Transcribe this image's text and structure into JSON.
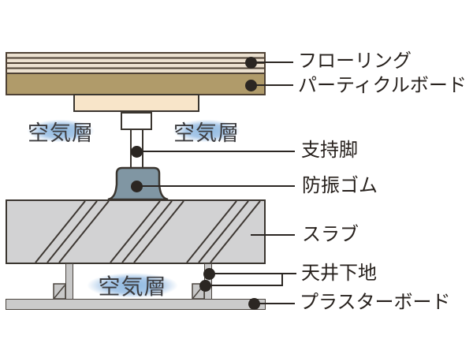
{
  "diagram": {
    "callouts": [
      {
        "id": "flooring",
        "label": "フローリング"
      },
      {
        "id": "particle-board",
        "label": "パーティクルボード"
      },
      {
        "id": "support-leg",
        "label": "支持脚"
      },
      {
        "id": "vibration-rubber",
        "label": "防振ゴム"
      },
      {
        "id": "slab",
        "label": "スラブ"
      },
      {
        "id": "ceiling-base",
        "label": "天井下地"
      },
      {
        "id": "plaster-board",
        "label": "プラスターボード"
      }
    ],
    "air_layers": {
      "upper_left": "空気層",
      "upper_right": "空気層",
      "lower": "空気層"
    },
    "colors": {
      "flooring_base": "#ece1d0",
      "flooring_stripe": "#4e4134",
      "particle_board": "#b09b6a",
      "pedestal": "#f8e5c9",
      "rubber": "#8096a3",
      "slab": "#d2d2d3",
      "ceiling_parts": "#c8c8c8",
      "air_glow": "#a9c8e8",
      "outline": "#3a352f",
      "label_text": "#27211d"
    }
  }
}
